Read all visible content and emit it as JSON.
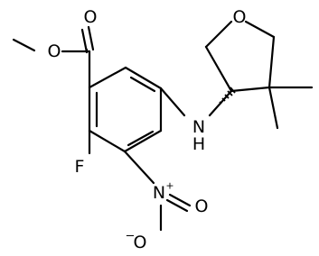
{
  "molecule": {
    "atom_labels": {
      "ester_carbonyl_o": "O",
      "ester_ether_o": "O",
      "ring_o": "O",
      "amine_n": "N",
      "amine_h": "H",
      "fluorine": "F",
      "nitro_n": "N",
      "nitro_plus": "+",
      "nitro_o_double": "O",
      "nitro_o_single": "O",
      "nitro_minus": "−"
    },
    "stereo": "hashed-wedge"
  }
}
